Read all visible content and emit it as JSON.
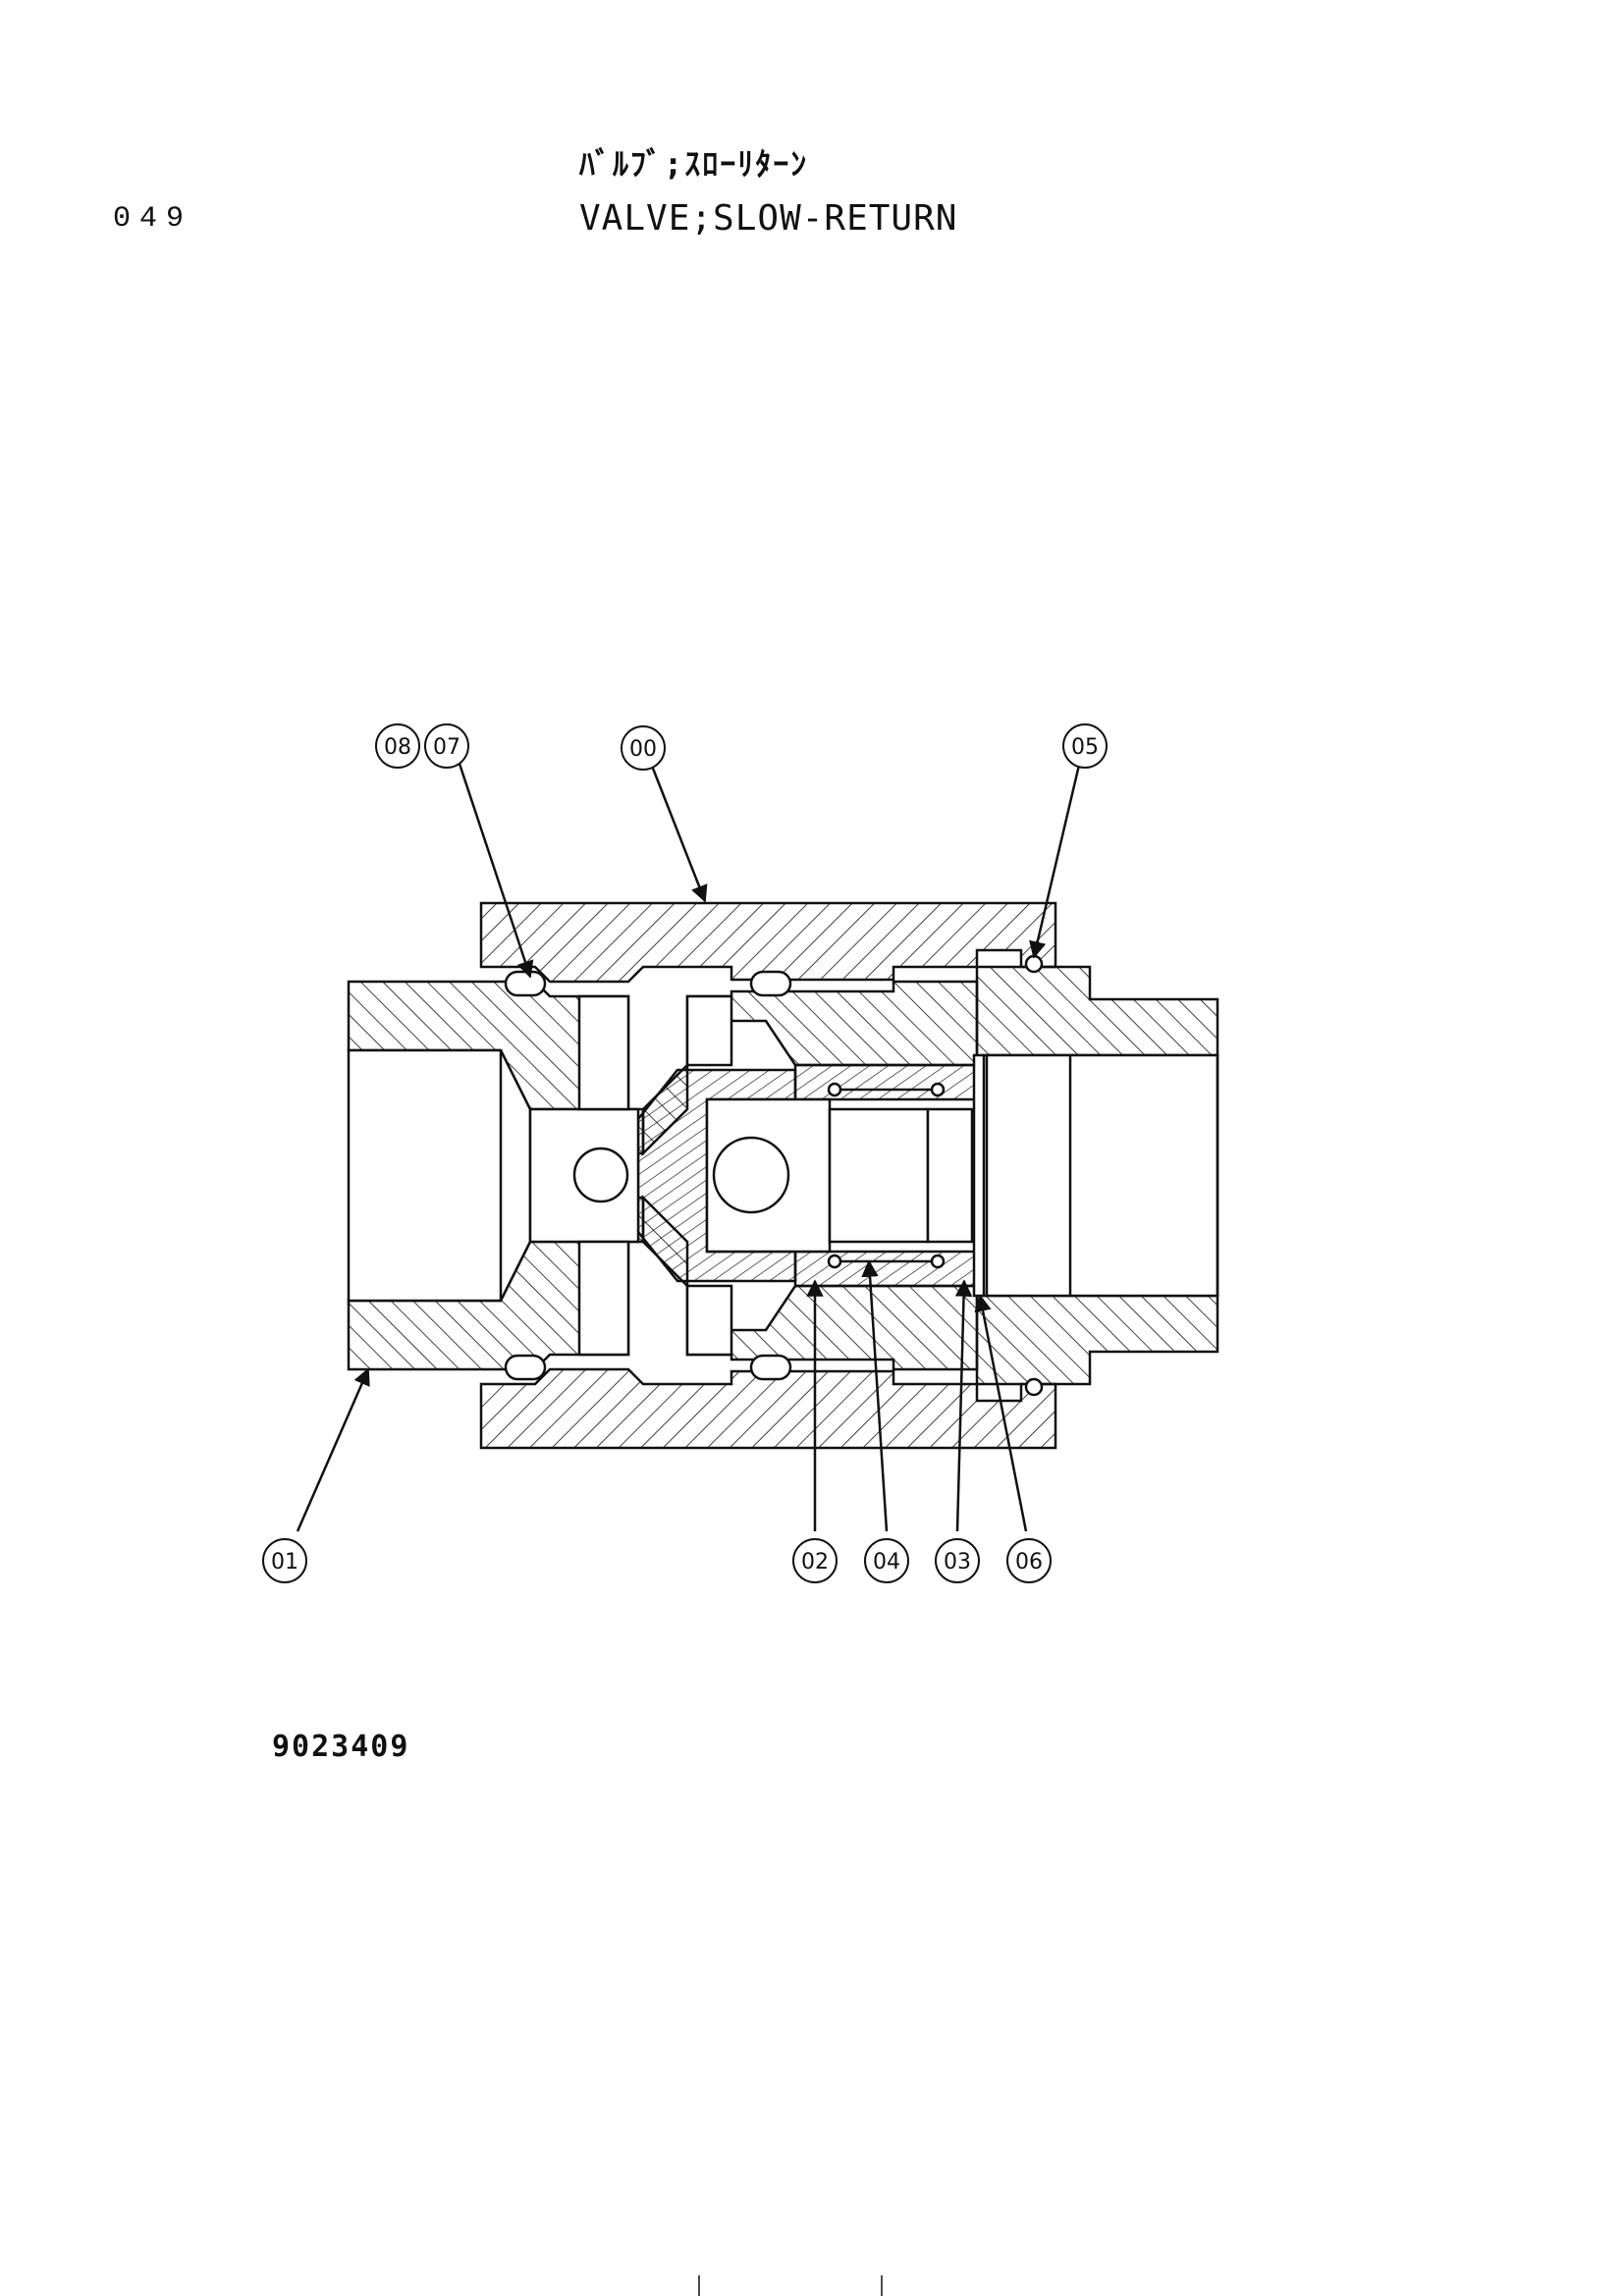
{
  "header": {
    "page_number": "049",
    "title_jp": "ﾊﾞﾙﾌﾞ;ｽﾛｰﾘﾀｰﾝ",
    "title_en": "VALVE;SLOW-RETURN"
  },
  "drawing": {
    "callouts": [
      "08",
      "07",
      "00",
      "05",
      "01",
      "02",
      "04",
      "03",
      "06"
    ],
    "number": "9023409"
  },
  "colors": {
    "line": "#111111",
    "paper": "#ffffff"
  }
}
